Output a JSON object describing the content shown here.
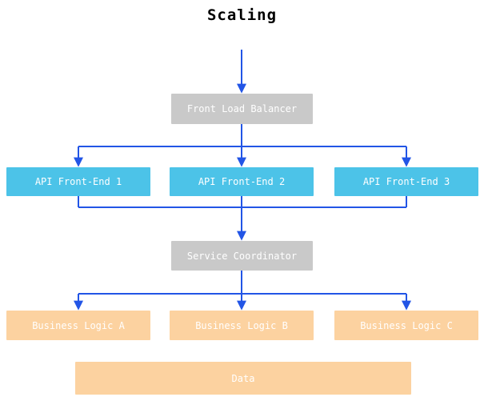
{
  "title": "Scaling",
  "colors": {
    "arrow": "#2255e6",
    "node-gray": "#c9c9c9",
    "node-blue": "#4cc3e8",
    "node-orange": "#fcd2a0",
    "node-text": "#ffffff",
    "title-color": "#000000"
  },
  "nodes": {
    "front_load_balancer": "Front Load Balancer",
    "api_front_end_1": "API Front-End 1",
    "api_front_end_2": "API Front-End 2",
    "api_front_end_3": "API Front-End 3",
    "service_coordinator": "Service Coordinator",
    "business_logic_a": "Business Logic A",
    "business_logic_b": "Business Logic B",
    "business_logic_c": "Business Logic C",
    "data": "Data"
  }
}
